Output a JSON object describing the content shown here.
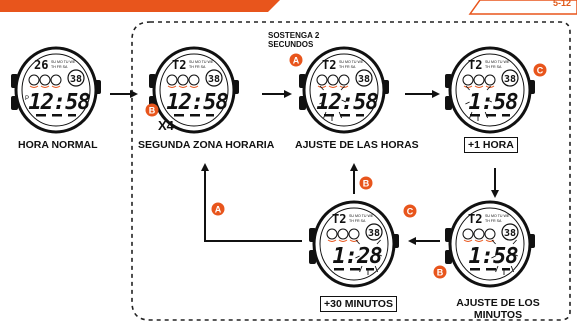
{
  "page_number": "5-12",
  "colors": {
    "accent": "#e8551c",
    "line": "#111111",
    "dashed": "#222222"
  },
  "captions": {
    "normal_time": "HORA NORMAL",
    "second_zone": "SEGUNDA ZONA HORARIA",
    "hour_adjust": "AJUSTE DE LAS HORAS",
    "plus_one_hour": "+1 HORA",
    "minute_adjust": "AJUSTE DE LOS MINUTOS",
    "plus_thirty_min": "+30 MINUTOS",
    "hold_2_sec": "SOSTENGA 2 SECUNDOS",
    "x4": "X4"
  },
  "watches": [
    {
      "id": "normal",
      "time": "12:58",
      "date_digit": "26",
      "badge": "38",
      "p_label": "P"
    },
    {
      "id": "second-zone",
      "time": "12:58",
      "date_digit": "T2",
      "badge": "38"
    },
    {
      "id": "hour-adjust",
      "time": "12:58",
      "date_digit": "T2",
      "badge": "38"
    },
    {
      "id": "plus-one",
      "time": "1:58",
      "date_digit": "T2",
      "badge": "38"
    },
    {
      "id": "minute-adjust",
      "time": "1:58",
      "date_digit": "T2",
      "badge": "38"
    },
    {
      "id": "plus-thirty",
      "time": "1:28",
      "date_digit": "T2",
      "badge": "38"
    }
  ],
  "buttons": {
    "A": "A",
    "B": "B",
    "C": "C"
  },
  "weekday_row1": "SU MO TU WE",
  "weekday_row2": "TH FR SA"
}
